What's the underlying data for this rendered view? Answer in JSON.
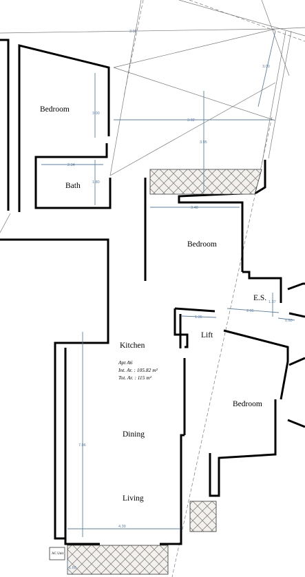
{
  "rooms": {
    "bedroom_1": "Bedroom",
    "bath": "Bath",
    "bedroom_2": "Bedroom",
    "es": "E.S.",
    "lift": "Lift",
    "kitchen": "Kitchen",
    "bedroom_3": "Bedroom",
    "dining": "Dining",
    "living": "Living"
  },
  "apartment": {
    "name": "Apt A6",
    "internal_area": "Int. Ar. : 105.82 m²",
    "total_area": "Tot. Ar. : 115 m²"
  },
  "dimensions": {
    "d_300_top": "3.00",
    "d_300_right": "3.00",
    "d_302": "3.02",
    "d_300_left": "3.00",
    "d_395": "3.95",
    "d_234": "2.34",
    "d_180": "1.80",
    "d_348": "3.48",
    "d_137": "1.37",
    "d_205": "2.05",
    "d_060": "0.60",
    "d_135": "1.35",
    "d_706": "7.06",
    "d_439": "4.39",
    "d_160": "1.60"
  },
  "labels": {
    "ac_unit": "AC Unit"
  }
}
